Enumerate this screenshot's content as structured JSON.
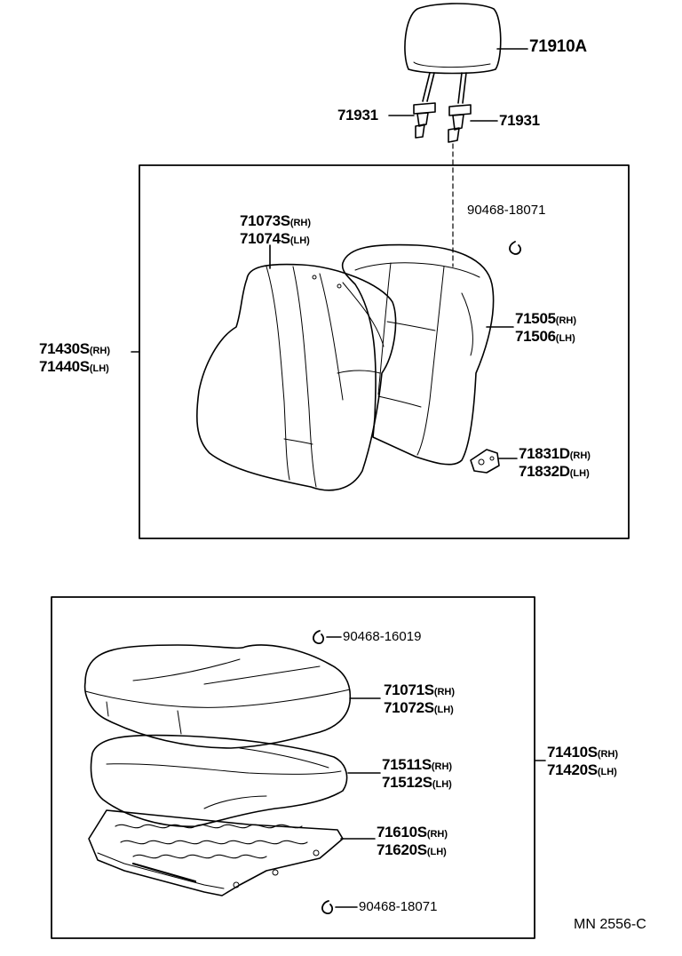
{
  "headrest": {
    "part": "71910A",
    "support_left": "71931",
    "support_right": "71931"
  },
  "back_assembly": {
    "part_rh": "71430S",
    "part_lh": "71440S",
    "cover_rh": "71073S",
    "cover_lh": "71074S",
    "pad_rh": "71505",
    "pad_lh": "71506",
    "clip": "90468-18071",
    "hinge_cover_rh": "71831D",
    "hinge_cover_lh": "71832D"
  },
  "cushion_assembly": {
    "part_rh": "71410S",
    "part_lh": "71420S",
    "clip_top": "90468-16019",
    "cover_rh": "71071S",
    "cover_lh": "71072S",
    "pad_rh": "71511S",
    "pad_lh": "71512S",
    "frame_rh": "71610S",
    "frame_lh": "71620S",
    "clip_bottom": "90468-18071"
  },
  "side_rh": "(RH)",
  "side_lh": "(LH)",
  "reference": "MN 2556-C"
}
